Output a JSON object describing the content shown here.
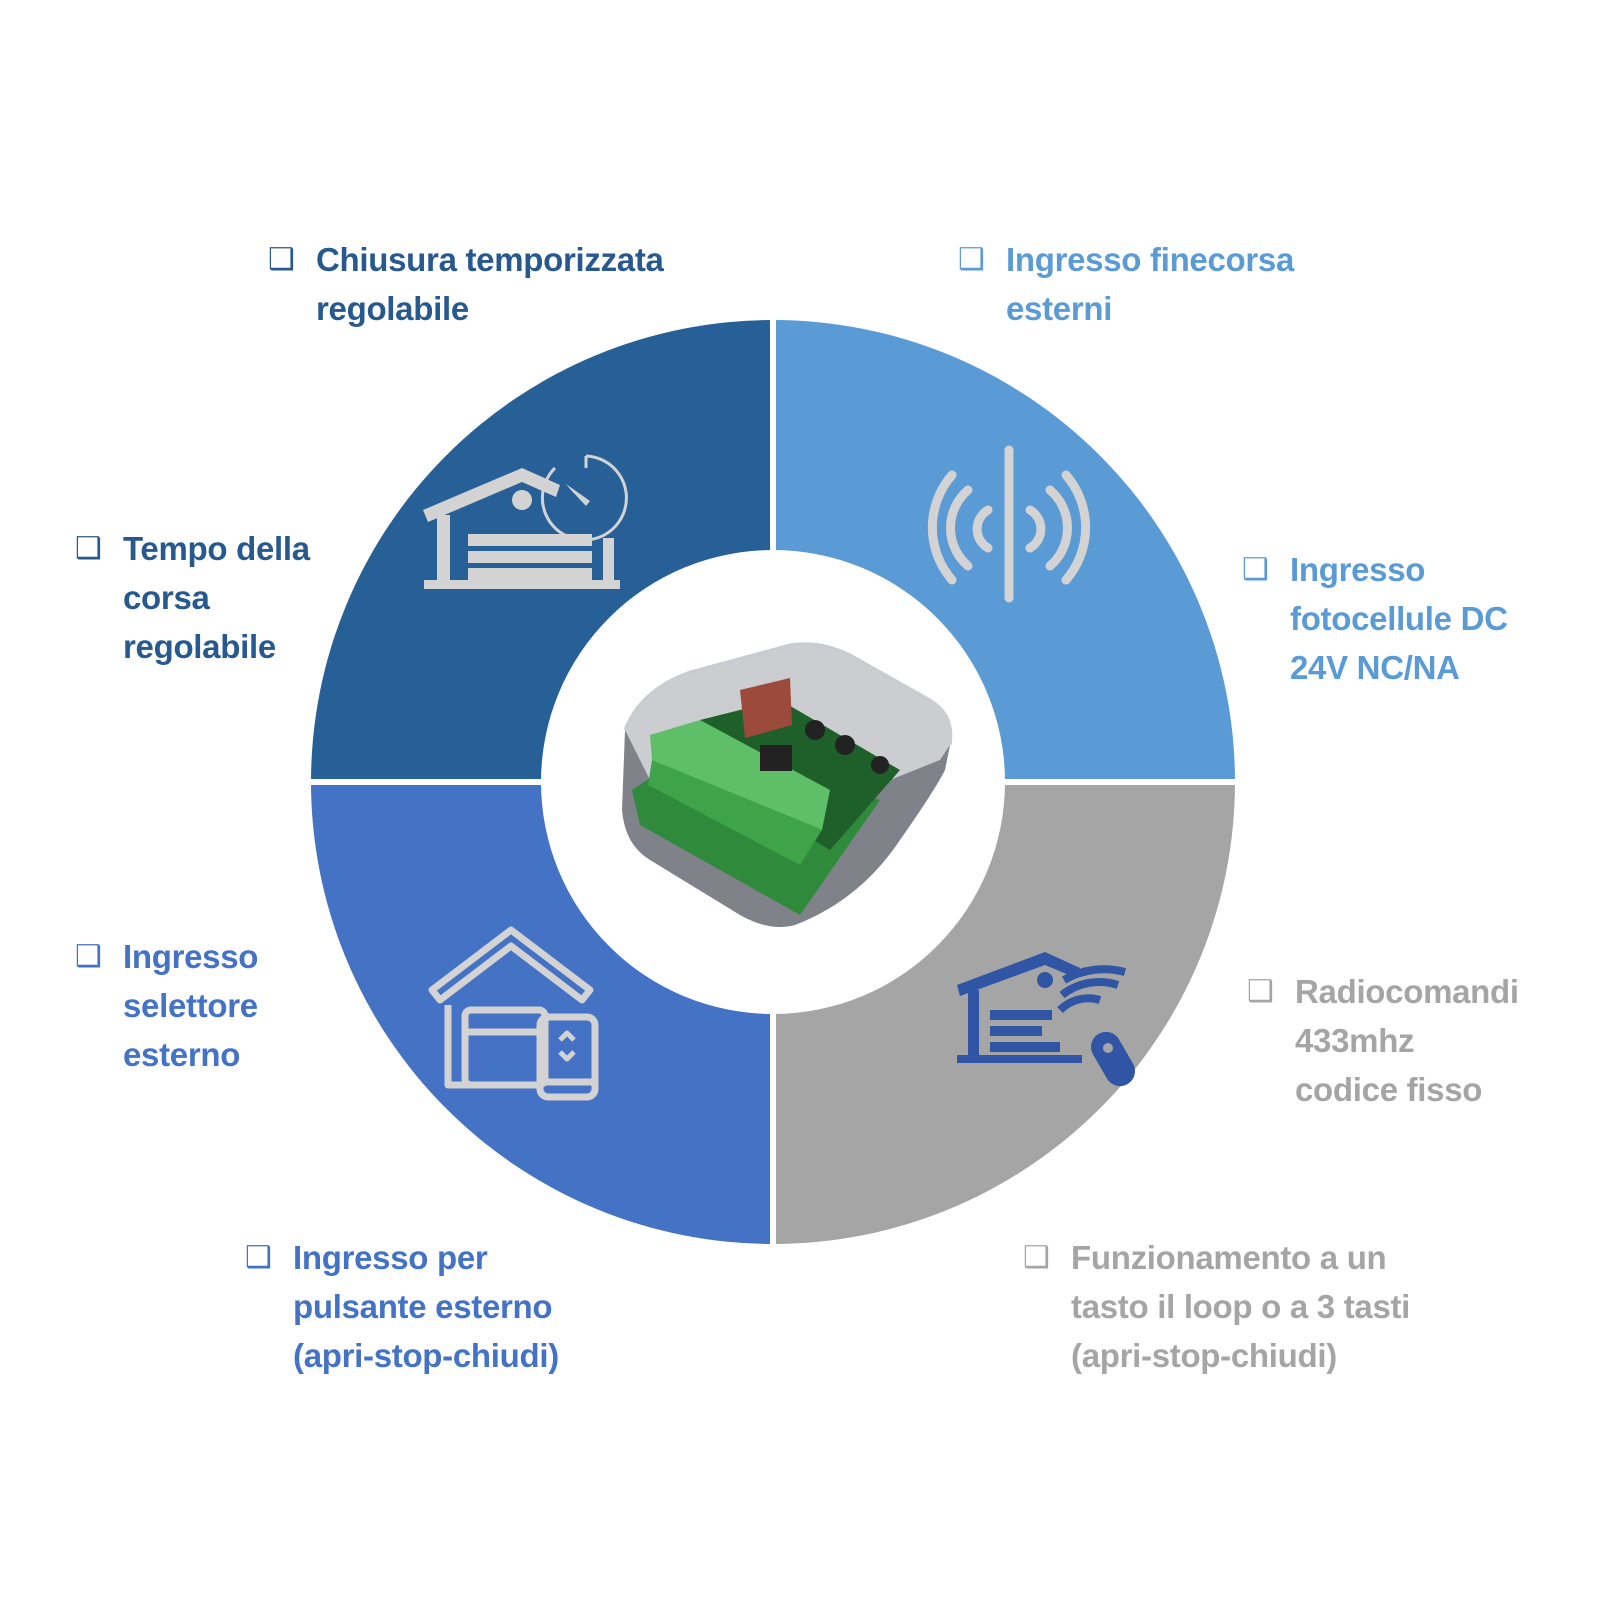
{
  "colors": {
    "segment_top_left": "#266096",
    "segment_top_right": "#5b9bd5",
    "segment_bottom_left": "#4472c4",
    "segment_bottom_right": "#a5a5a5",
    "icon_light": "#d3d3d3",
    "icon_blue": "#2f55a4",
    "text_dark_blue": "#27598e",
    "text_light_blue": "#5b9bd5",
    "text_mid_blue": "#4472c4",
    "text_gray": "#a5a5a5"
  },
  "checkbox_glyph": "❑",
  "features": {
    "chiusura": {
      "lines": [
        "Chiusura temporizzata",
        "regolabile"
      ]
    },
    "finecorsa": {
      "lines": [
        "Ingresso finecorsa",
        "esterni"
      ]
    },
    "tempo": {
      "lines": [
        "Tempo della",
        "corsa",
        "regolabile"
      ]
    },
    "fotocellule": {
      "lines": [
        "Ingresso",
        "fotocellule DC",
        "24V NC/NA"
      ]
    },
    "selettore": {
      "lines": [
        "Ingresso",
        "selettore",
        "esterno"
      ]
    },
    "radiocomandi": {
      "lines": [
        "Radiocomandi",
        "433mhz",
        "codice fisso"
      ]
    },
    "pulsante": {
      "lines": [
        "Ingresso per",
        "pulsante esterno",
        "(apri-stop-chiudi)"
      ]
    },
    "funzionamento": {
      "lines": [
        "Funzionamento a un",
        "tasto il loop o a 3 tasti",
        "(apri-stop-chiudi)"
      ]
    }
  },
  "icons": {
    "top_left": "garage-timer-icon",
    "top_right": "photocell-signal-icon",
    "bottom_left": "garage-selector-icon",
    "bottom_right": "garage-remote-icon",
    "center": "control-board-product"
  }
}
